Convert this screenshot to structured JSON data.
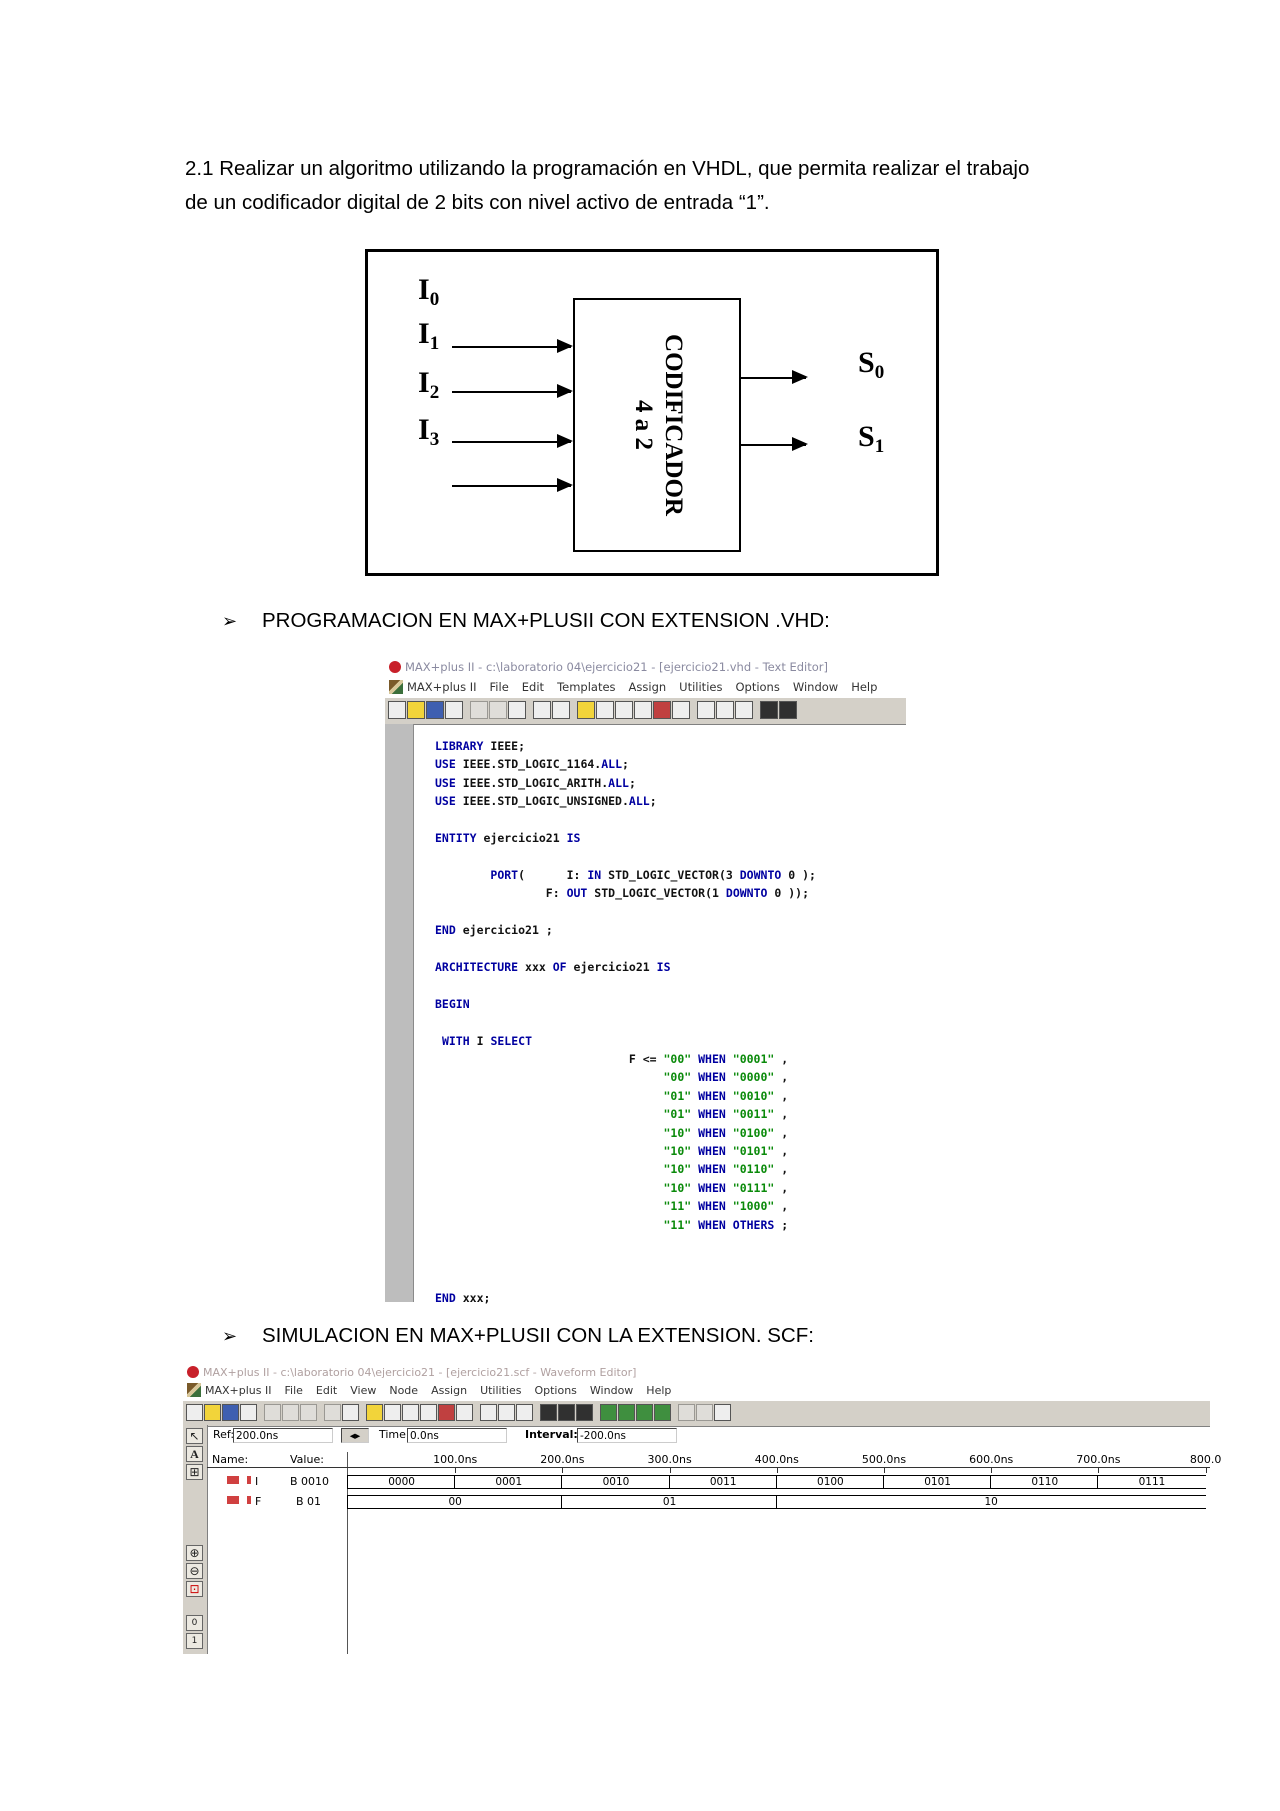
{
  "intro": {
    "line1": "2.1 Realizar un algoritmo utilizando la programación en VHDL, que permita realizar el trabajo",
    "line2": "de un codificador digital de 2 bits con nivel activo de entrada “1”."
  },
  "diagram": {
    "inputs": [
      {
        "base": "I",
        "sub": "0"
      },
      {
        "base": "I",
        "sub": "1"
      },
      {
        "base": "I",
        "sub": "2"
      },
      {
        "base": "I",
        "sub": "3"
      }
    ],
    "outputs": [
      {
        "base": "S",
        "sub": "0"
      },
      {
        "base": "S",
        "sub": "1"
      }
    ],
    "block_line1": "CODIFICADOR",
    "block_line2": "4 a 2"
  },
  "bullets": {
    "mark": "➢",
    "programming": "PROGRAMACION EN MAX+PLUSII CON EXTENSION .VHD:",
    "simulation": "SIMULACION EN MAX+PLUSII CON LA EXTENSION. SCF:"
  },
  "editor": {
    "title": "MAX+plus II - c:\\laboratorio 04\\ejercicio21 - [ejercicio21.vhd - Text Editor]",
    "menu": [
      "MAX+plus II",
      "File",
      "Edit",
      "Templates",
      "Assign",
      "Utilities",
      "Options",
      "Window",
      "Help"
    ],
    "code": {
      "l1": "LIBRARY IEEE;",
      "l2": "USE IEEE.STD_LOGIC_1164.ALL;",
      "l3": "USE IEEE.STD_LOGIC_ARITH.ALL;",
      "l4": "USE IEEE.STD_LOGIC_UNSIGNED.ALL;",
      "l5": "ENTITY ejercicio21 IS",
      "l6": "PORT(      I: IN STD_LOGIC_VECTOR(3 DOWNTO 0 );",
      "l7": "F: OUT STD_LOGIC_VECTOR(1 DOWNTO 0 ));",
      "l8": "END ejercicio21 ;",
      "l9": "ARCHITECTURE xxx OF ejercicio21 IS",
      "l10": "BEGIN",
      "l11": "WITH I SELECT",
      "when_rows": [
        {
          "out": "\"00\"",
          "in": "\"0001\"",
          "end": ","
        },
        {
          "out": "\"00\"",
          "in": "\"0000\"",
          "end": ","
        },
        {
          "out": "\"01\"",
          "in": "\"0010\"",
          "end": ","
        },
        {
          "out": "\"01\"",
          "in": "\"0011\"",
          "end": ","
        },
        {
          "out": "\"10\"",
          "in": "\"0100\"",
          "end": ","
        },
        {
          "out": "\"10\"",
          "in": "\"0101\"",
          "end": ","
        },
        {
          "out": "\"10\"",
          "in": "\"0110\"",
          "end": ","
        },
        {
          "out": "\"10\"",
          "in": "\"0111\"",
          "end": ","
        },
        {
          "out": "\"11\"",
          "in": "\"1000\"",
          "end": ","
        },
        {
          "out": "\"11\"",
          "in": "OTHERS",
          "end": ";"
        }
      ],
      "l_end": "END xxx;"
    }
  },
  "waveform": {
    "title": "MAX+plus II - c:\\laboratorio 04\\ejercicio21 - [ejercicio21.scf - Waveform Editor]",
    "menu": [
      "MAX+plus II",
      "File",
      "Edit",
      "View",
      "Node",
      "Assign",
      "Utilities",
      "Options",
      "Window",
      "Help"
    ],
    "ref_label": "Ref:",
    "ref_value": "200.0ns",
    "time_label": "Time:",
    "time_value": "0.0ns",
    "interval_label": "Interval:",
    "interval_value": "-200.0ns",
    "name_header": "Name:",
    "value_header": "Value:",
    "ticks": [
      "100.0ns",
      "200.0ns",
      "300.0ns",
      "400.0ns",
      "500.0ns",
      "600.0ns",
      "700.0ns",
      "800.0"
    ],
    "signals": [
      {
        "name": "I",
        "value": "B 0010",
        "segments": [
          "0000",
          "0001",
          "0010",
          "0011",
          "0100",
          "0101",
          "0110",
          "0111"
        ]
      },
      {
        "name": "F",
        "value": "B 01",
        "segments": [
          "00",
          "01",
          "10"
        ]
      }
    ]
  }
}
